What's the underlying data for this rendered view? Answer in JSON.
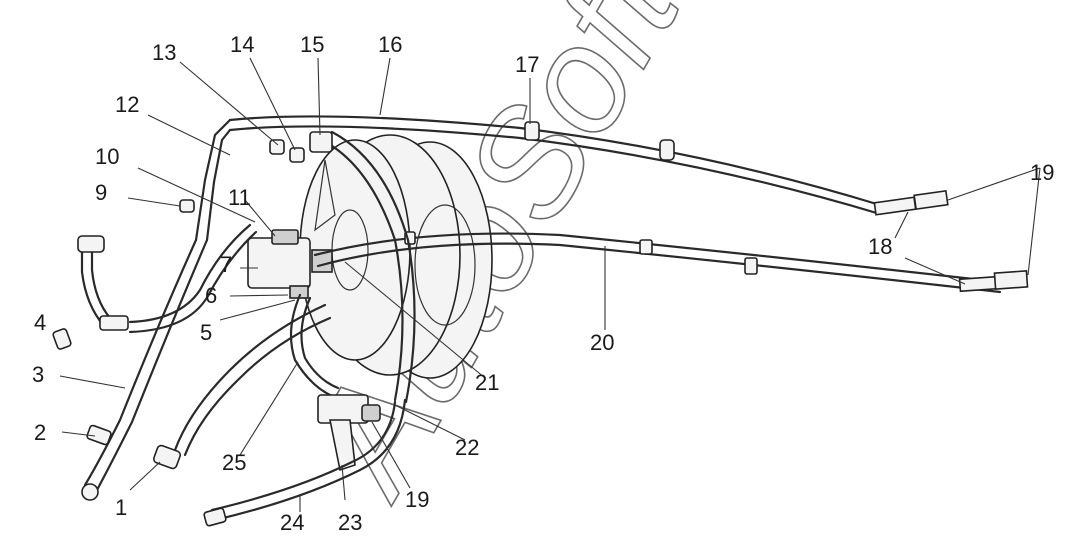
{
  "watermark": "AutoSoft",
  "callouts": [
    "1",
    "2",
    "3",
    "4",
    "5",
    "6",
    "7",
    "9",
    "10",
    "11",
    "12",
    "13",
    "14",
    "15",
    "16",
    "17",
    "18",
    "19",
    "19",
    "20",
    "21",
    "22",
    "23",
    "24",
    "25"
  ],
  "colors": {
    "line": "#2a2a2a",
    "watermark": "#6b6b6b",
    "background": "#ffffff"
  }
}
